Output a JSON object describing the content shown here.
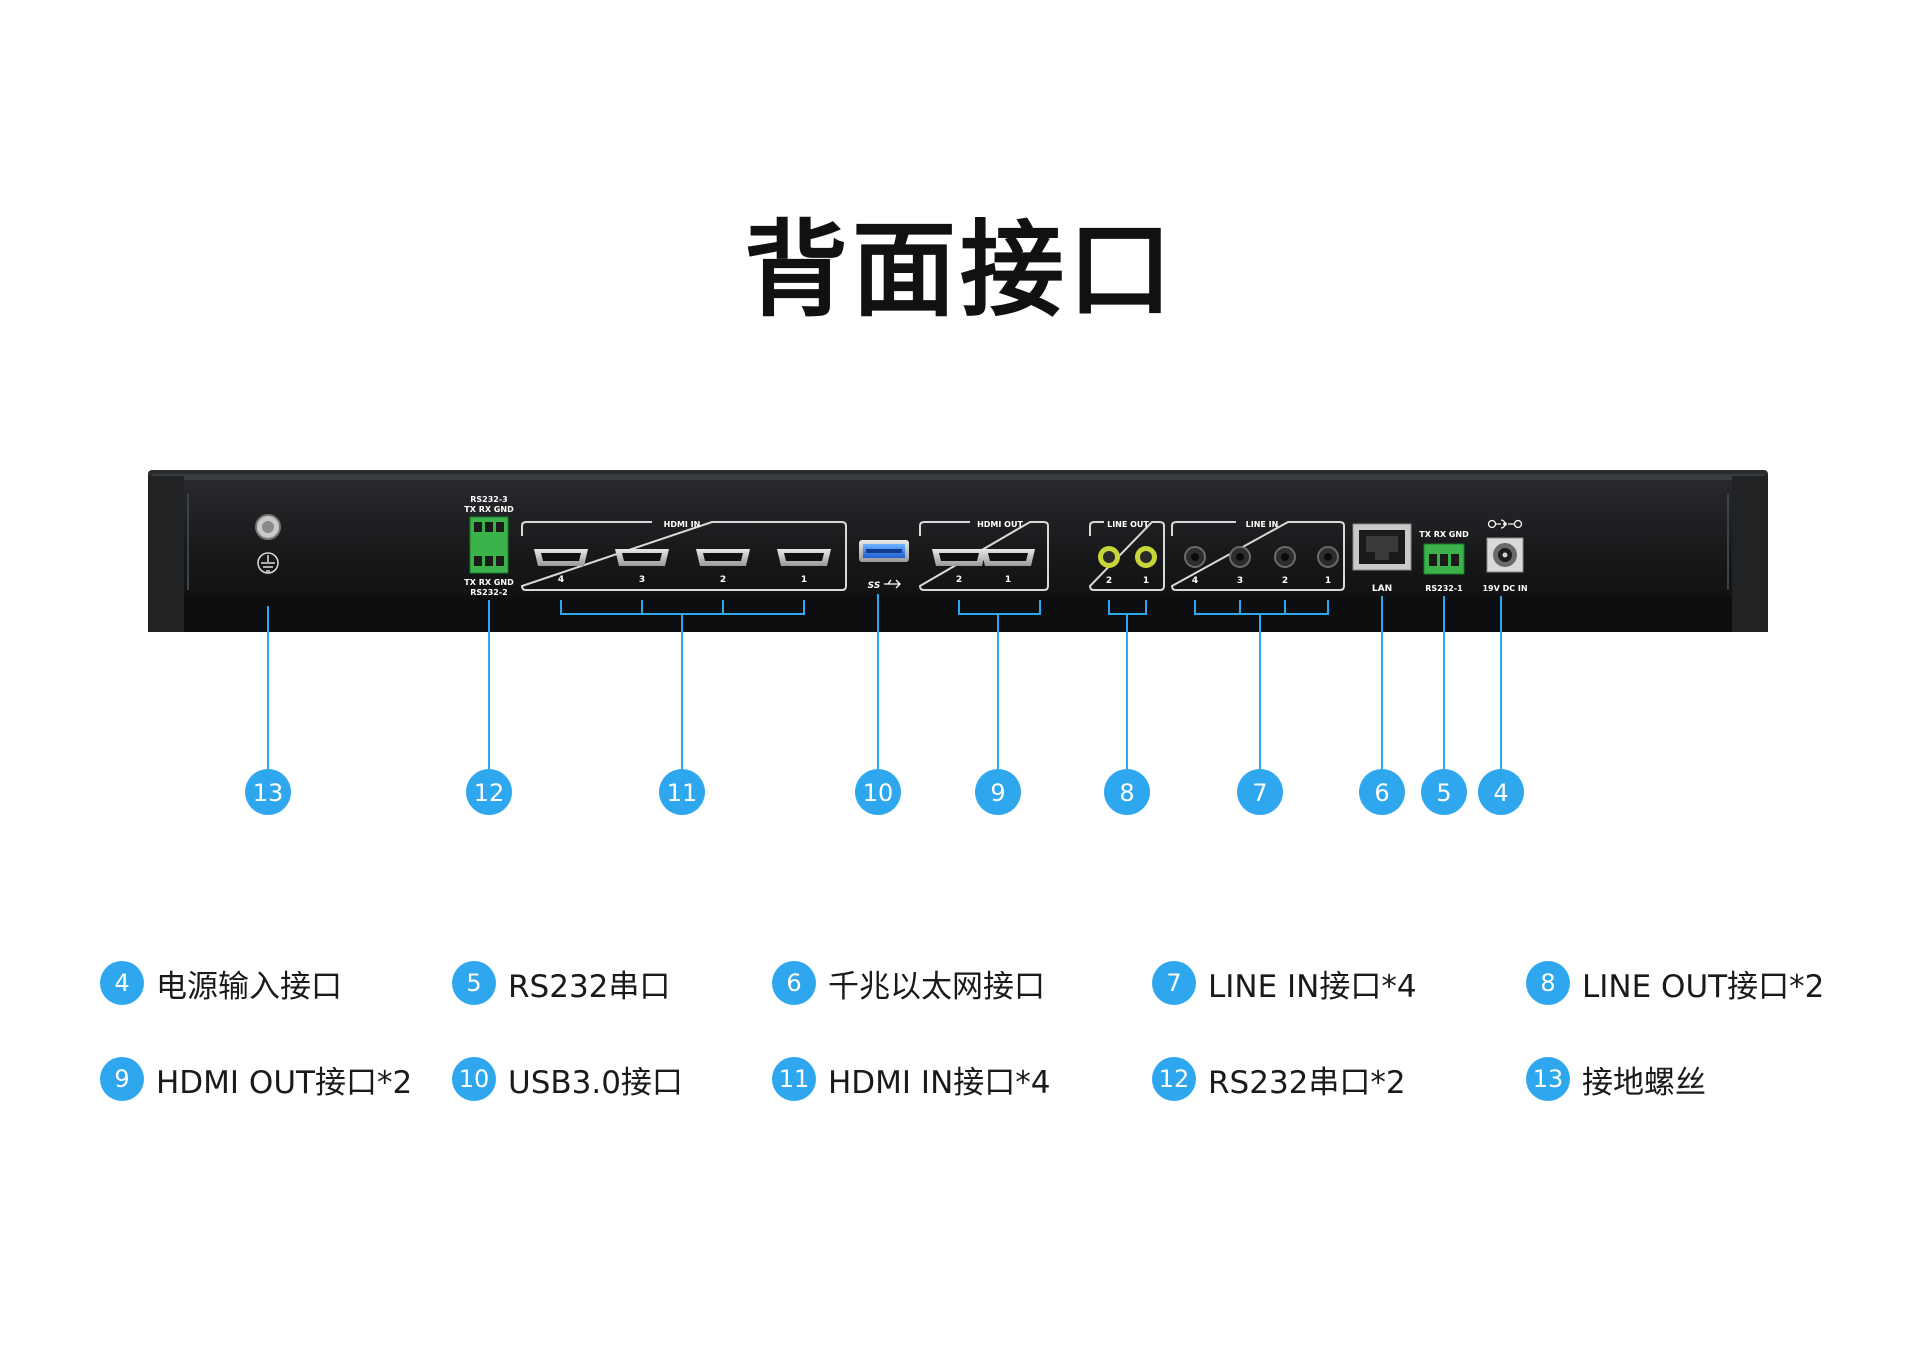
{
  "title": "背面接口",
  "accent_color": "#2ea7ef",
  "panel_labels": {
    "rs232_3": "RS232-3",
    "rs232_2": "RS232-2",
    "tx_rx_gnd": "TX RX GND",
    "hdmi_in": "HDMI IN",
    "hdmi_out": "HDMI OUT",
    "line_out": "LINE OUT",
    "line_in": "LINE IN",
    "lan": "LAN",
    "rs232_1": "RS232-1",
    "dc_in": "19V DC IN",
    "usb_logo": "SS",
    "ground_icon": "ground-icon",
    "hdmi_in_ports": [
      "4",
      "3",
      "2",
      "1"
    ],
    "hdmi_out_ports": [
      "2",
      "1"
    ],
    "line_out_ports": [
      "2",
      "1"
    ],
    "line_in_ports": [
      "4",
      "3",
      "2",
      "1"
    ]
  },
  "callouts": [
    "13",
    "12",
    "11",
    "10",
    "9",
    "8",
    "7",
    "6",
    "5",
    "4"
  ],
  "legend": [
    [
      {
        "num": "4",
        "text": "电源输入接口"
      },
      {
        "num": "5",
        "text": "RS232串口"
      },
      {
        "num": "6",
        "text": "千兆以太网接口"
      },
      {
        "num": "7",
        "text": "LINE IN接口*4"
      },
      {
        "num": "8",
        "text": "LINE OUT接口*2"
      }
    ],
    [
      {
        "num": "9",
        "text": "HDMI OUT接口*2"
      },
      {
        "num": "10",
        "text": "USB3.0接口"
      },
      {
        "num": "11",
        "text": "HDMI IN接口*4"
      },
      {
        "num": "12",
        "text": "RS232串口*2"
      },
      {
        "num": "13",
        "text": "接地螺丝"
      }
    ]
  ]
}
